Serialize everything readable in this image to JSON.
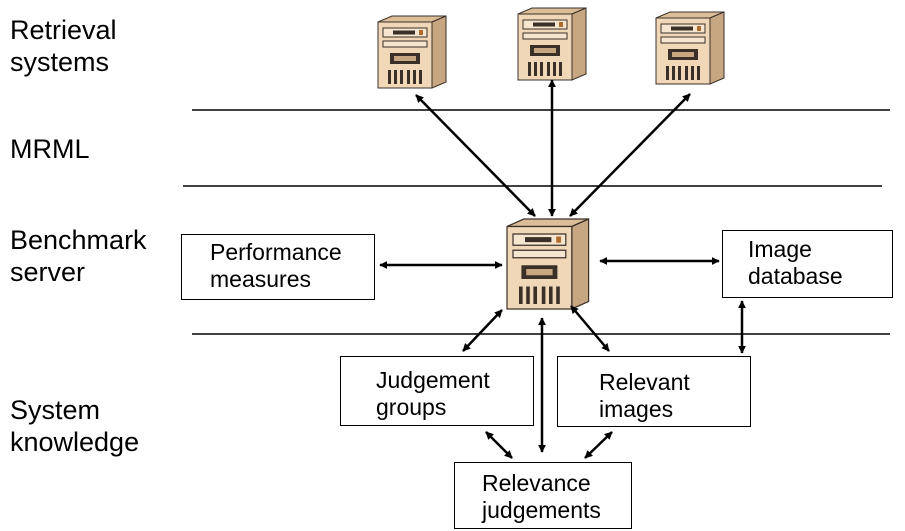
{
  "layers": {
    "retrieval": "Retrieval\nsystems",
    "mrml": "MRML",
    "benchmark": "Benchmark\nserver",
    "knowledge": "System\nknowledge"
  },
  "boxes": {
    "performance": "Performance\nmeasures",
    "image_db": "Image\ndatabase",
    "judgement_groups": "Judgement\ngroups",
    "relevant_images": "Relevant\nimages",
    "relevance_judgements": "Relevance\njudgements"
  },
  "icons": {
    "retrieval_server": "server-tower-icon",
    "benchmark_server": "server-tower-icon",
    "arrow": "double-headed-arrow-icon"
  },
  "colors": {
    "tower_front": "#efd7b8",
    "tower_side": "#c7a682",
    "tower_top": "#dbbd97",
    "tower_dark": "#3b3028",
    "tower_led": "#b06a2c",
    "line": "#000000"
  }
}
